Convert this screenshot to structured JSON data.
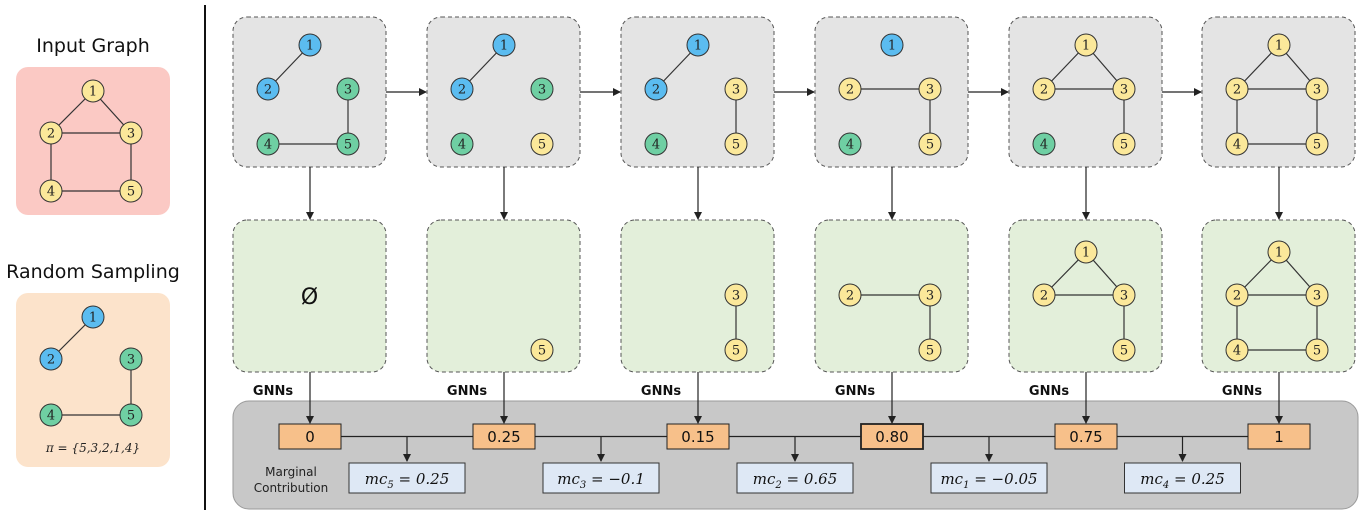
{
  "left_panel": {
    "input_title": "Input Graph",
    "sampling_title": "Random Sampling",
    "permutation": "π = {5,3,2,1,4}"
  },
  "colors": {
    "blue": "#5bbcf0",
    "green": "#6fcfa3",
    "yellow": "#fbe89a",
    "gray_box": "#e4e4e4",
    "green_box": "#e3efda",
    "pink_box": "#fbc9c4",
    "peach_box": "#fce3cb",
    "score_box": "#f7c08a",
    "mc_box": "#dee8f5"
  },
  "input_graph": {
    "nodes": [
      {
        "id": "1",
        "color": "yellow"
      },
      {
        "id": "2",
        "color": "yellow"
      },
      {
        "id": "3",
        "color": "yellow"
      },
      {
        "id": "4",
        "color": "yellow"
      },
      {
        "id": "5",
        "color": "yellow"
      }
    ]
  },
  "sampling_graph": {
    "nodes": [
      {
        "id": "1",
        "color": "blue"
      },
      {
        "id": "2",
        "color": "blue"
      },
      {
        "id": "3",
        "color": "green"
      },
      {
        "id": "4",
        "color": "green"
      },
      {
        "id": "5",
        "color": "green"
      }
    ]
  },
  "steps": [
    {
      "top_colors": {
        "1": "blue",
        "2": "blue",
        "3": "green",
        "4": "green",
        "5": "green"
      },
      "top_edges": [
        [
          "1",
          "2"
        ],
        [
          "3",
          "5"
        ],
        [
          "4",
          "5"
        ]
      ],
      "sub_nodes": [],
      "sub_edges": [],
      "empty_symbol": "Ø",
      "gnn_label": "GNNs",
      "score": "0"
    },
    {
      "top_colors": {
        "1": "blue",
        "2": "blue",
        "3": "green",
        "4": "green",
        "5": "yellow"
      },
      "top_edges": [
        [
          "1",
          "2"
        ]
      ],
      "sub_nodes": [
        "5"
      ],
      "sub_edges": [],
      "empty_symbol": "",
      "gnn_label": "GNNs",
      "score": "0.25"
    },
    {
      "top_colors": {
        "1": "blue",
        "2": "blue",
        "3": "yellow",
        "4": "green",
        "5": "yellow"
      },
      "top_edges": [
        [
          "1",
          "2"
        ],
        [
          "3",
          "5"
        ]
      ],
      "sub_nodes": [
        "3",
        "5"
      ],
      "sub_edges": [
        [
          "3",
          "5"
        ]
      ],
      "empty_symbol": "",
      "gnn_label": "GNNs",
      "score": "0.15"
    },
    {
      "top_colors": {
        "1": "blue",
        "2": "yellow",
        "3": "yellow",
        "4": "green",
        "5": "yellow"
      },
      "top_edges": [
        [
          "2",
          "3"
        ],
        [
          "3",
          "5"
        ]
      ],
      "sub_nodes": [
        "2",
        "3",
        "5"
      ],
      "sub_edges": [
        [
          "2",
          "3"
        ],
        [
          "3",
          "5"
        ]
      ],
      "empty_symbol": "",
      "gnn_label": "GNNs",
      "score": "0.80"
    },
    {
      "top_colors": {
        "1": "yellow",
        "2": "yellow",
        "3": "yellow",
        "4": "green",
        "5": "yellow"
      },
      "top_edges": [
        [
          "1",
          "2"
        ],
        [
          "1",
          "3"
        ],
        [
          "2",
          "3"
        ],
        [
          "3",
          "5"
        ]
      ],
      "sub_nodes": [
        "1",
        "2",
        "3",
        "5"
      ],
      "sub_edges": [
        [
          "1",
          "2"
        ],
        [
          "1",
          "3"
        ],
        [
          "2",
          "3"
        ],
        [
          "3",
          "5"
        ]
      ],
      "empty_symbol": "",
      "gnn_label": "GNNs",
      "score": "0.75"
    },
    {
      "top_colors": {
        "1": "yellow",
        "2": "yellow",
        "3": "yellow",
        "4": "yellow",
        "5": "yellow"
      },
      "top_edges": [
        [
          "1",
          "2"
        ],
        [
          "1",
          "3"
        ],
        [
          "2",
          "3"
        ],
        [
          "2",
          "4"
        ],
        [
          "3",
          "5"
        ],
        [
          "4",
          "5"
        ]
      ],
      "sub_nodes": [
        "1",
        "2",
        "3",
        "4",
        "5"
      ],
      "sub_edges": [
        [
          "1",
          "2"
        ],
        [
          "1",
          "3"
        ],
        [
          "2",
          "3"
        ],
        [
          "2",
          "4"
        ],
        [
          "3",
          "5"
        ],
        [
          "4",
          "5"
        ]
      ],
      "empty_symbol": "",
      "gnn_label": "GNNs",
      "score": "1"
    }
  ],
  "marginal": {
    "label_line1": "Marginal",
    "label_line2": "Contribution",
    "contributions": [
      {
        "sub": "5",
        "value": "0.25"
      },
      {
        "sub": "3",
        "value": "−0.1"
      },
      {
        "sub": "2",
        "value": "0.65"
      },
      {
        "sub": "1",
        "value": "−0.05"
      },
      {
        "sub": "4",
        "value": "0.25"
      }
    ]
  }
}
